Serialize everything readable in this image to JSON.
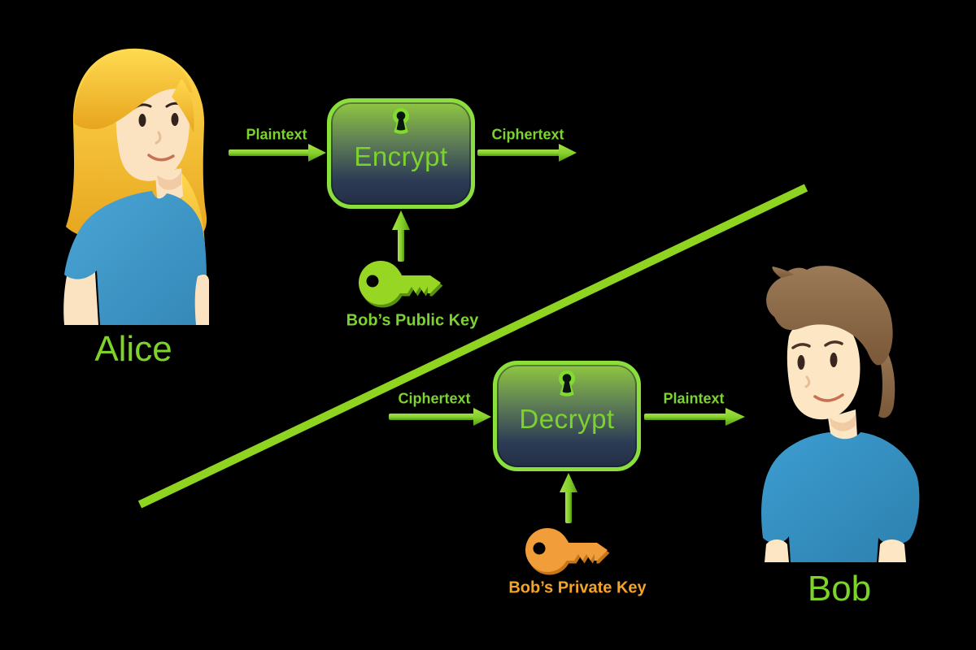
{
  "diagram": "public-key-encryption",
  "background": "#000000",
  "colors": {
    "accent_green": "#7ED32B",
    "arrow_green": "#8CD430",
    "box_border_green": "#8ADF3C",
    "box_gradient_top": "#8FC73F",
    "box_gradient_bottom": "#222E44",
    "key_green": "#97D724",
    "key_orange": "#F09D3A",
    "orange_text": "#F5A427",
    "shirt_blue": "#3E9ACA",
    "alice_hair_gold": "#F2B52B",
    "bob_hair_brown": "#8A6A4A",
    "skin": "#FBE3C1"
  },
  "characters": {
    "alice": {
      "label": "Alice"
    },
    "bob": {
      "label": "Bob"
    }
  },
  "boxes": {
    "encrypt": {
      "label": "Encrypt",
      "icon": "keyhole-icon"
    },
    "decrypt": {
      "label": "Decrypt",
      "icon": "keyhole-icon"
    }
  },
  "flows": {
    "top": {
      "input_label": "Plaintext",
      "output_label": "Ciphertext"
    },
    "bottom": {
      "input_label": "Ciphertext",
      "output_label": "Plaintext"
    }
  },
  "keys": {
    "public": {
      "label": "Bob’s Public Key",
      "icon": "key-icon",
      "color": "green"
    },
    "private": {
      "label": "Bob’s Private Key",
      "icon": "key-icon",
      "color": "orange"
    }
  }
}
